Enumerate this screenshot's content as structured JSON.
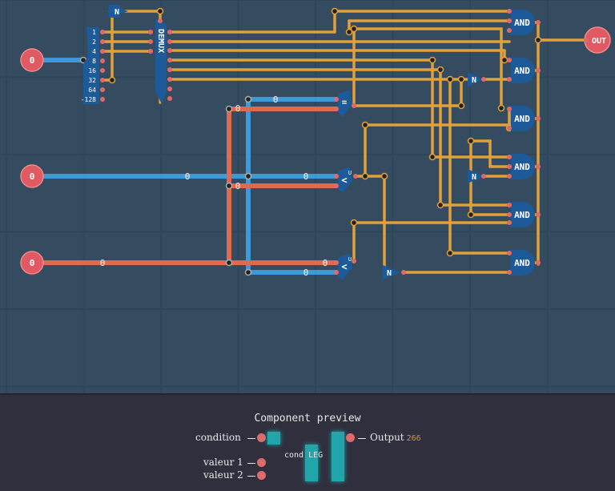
{
  "inputs": [
    {
      "value": "0"
    },
    {
      "value": "0"
    },
    {
      "value": "0"
    }
  ],
  "output_label": "OUT",
  "not_label": "N",
  "demux_label": "DEMUX",
  "and_label": "AND",
  "eq_label": "=",
  "lt_label": "<",
  "lt_sup": "U",
  "splitter_bits": [
    "1",
    "2",
    "4",
    "8",
    "16",
    "32",
    "64",
    "-128"
  ],
  "wire_values": {
    "v1": "0",
    "v2": "0",
    "v3": "0",
    "v4": "0",
    "v5": "0",
    "v6": "0",
    "v7": "0",
    "v8": "0"
  },
  "preview": {
    "title": "Component preview",
    "condition_label": "condition",
    "valeur1_label": "valeur 1",
    "valeur2_label": "valeur 2",
    "output_label": "Output",
    "output_value": "266",
    "component_label": "cond LEG"
  },
  "colors": {
    "bg": "#2f4559",
    "grid": "#2a3e50",
    "bus": "#e0a03a",
    "blue": "#3d9ad6",
    "red": "#e06a4e",
    "gate": "#1d5a9a",
    "pin": "#e06a6a",
    "preview_bg": "#302f3e",
    "teal": "#1fa5aa"
  }
}
